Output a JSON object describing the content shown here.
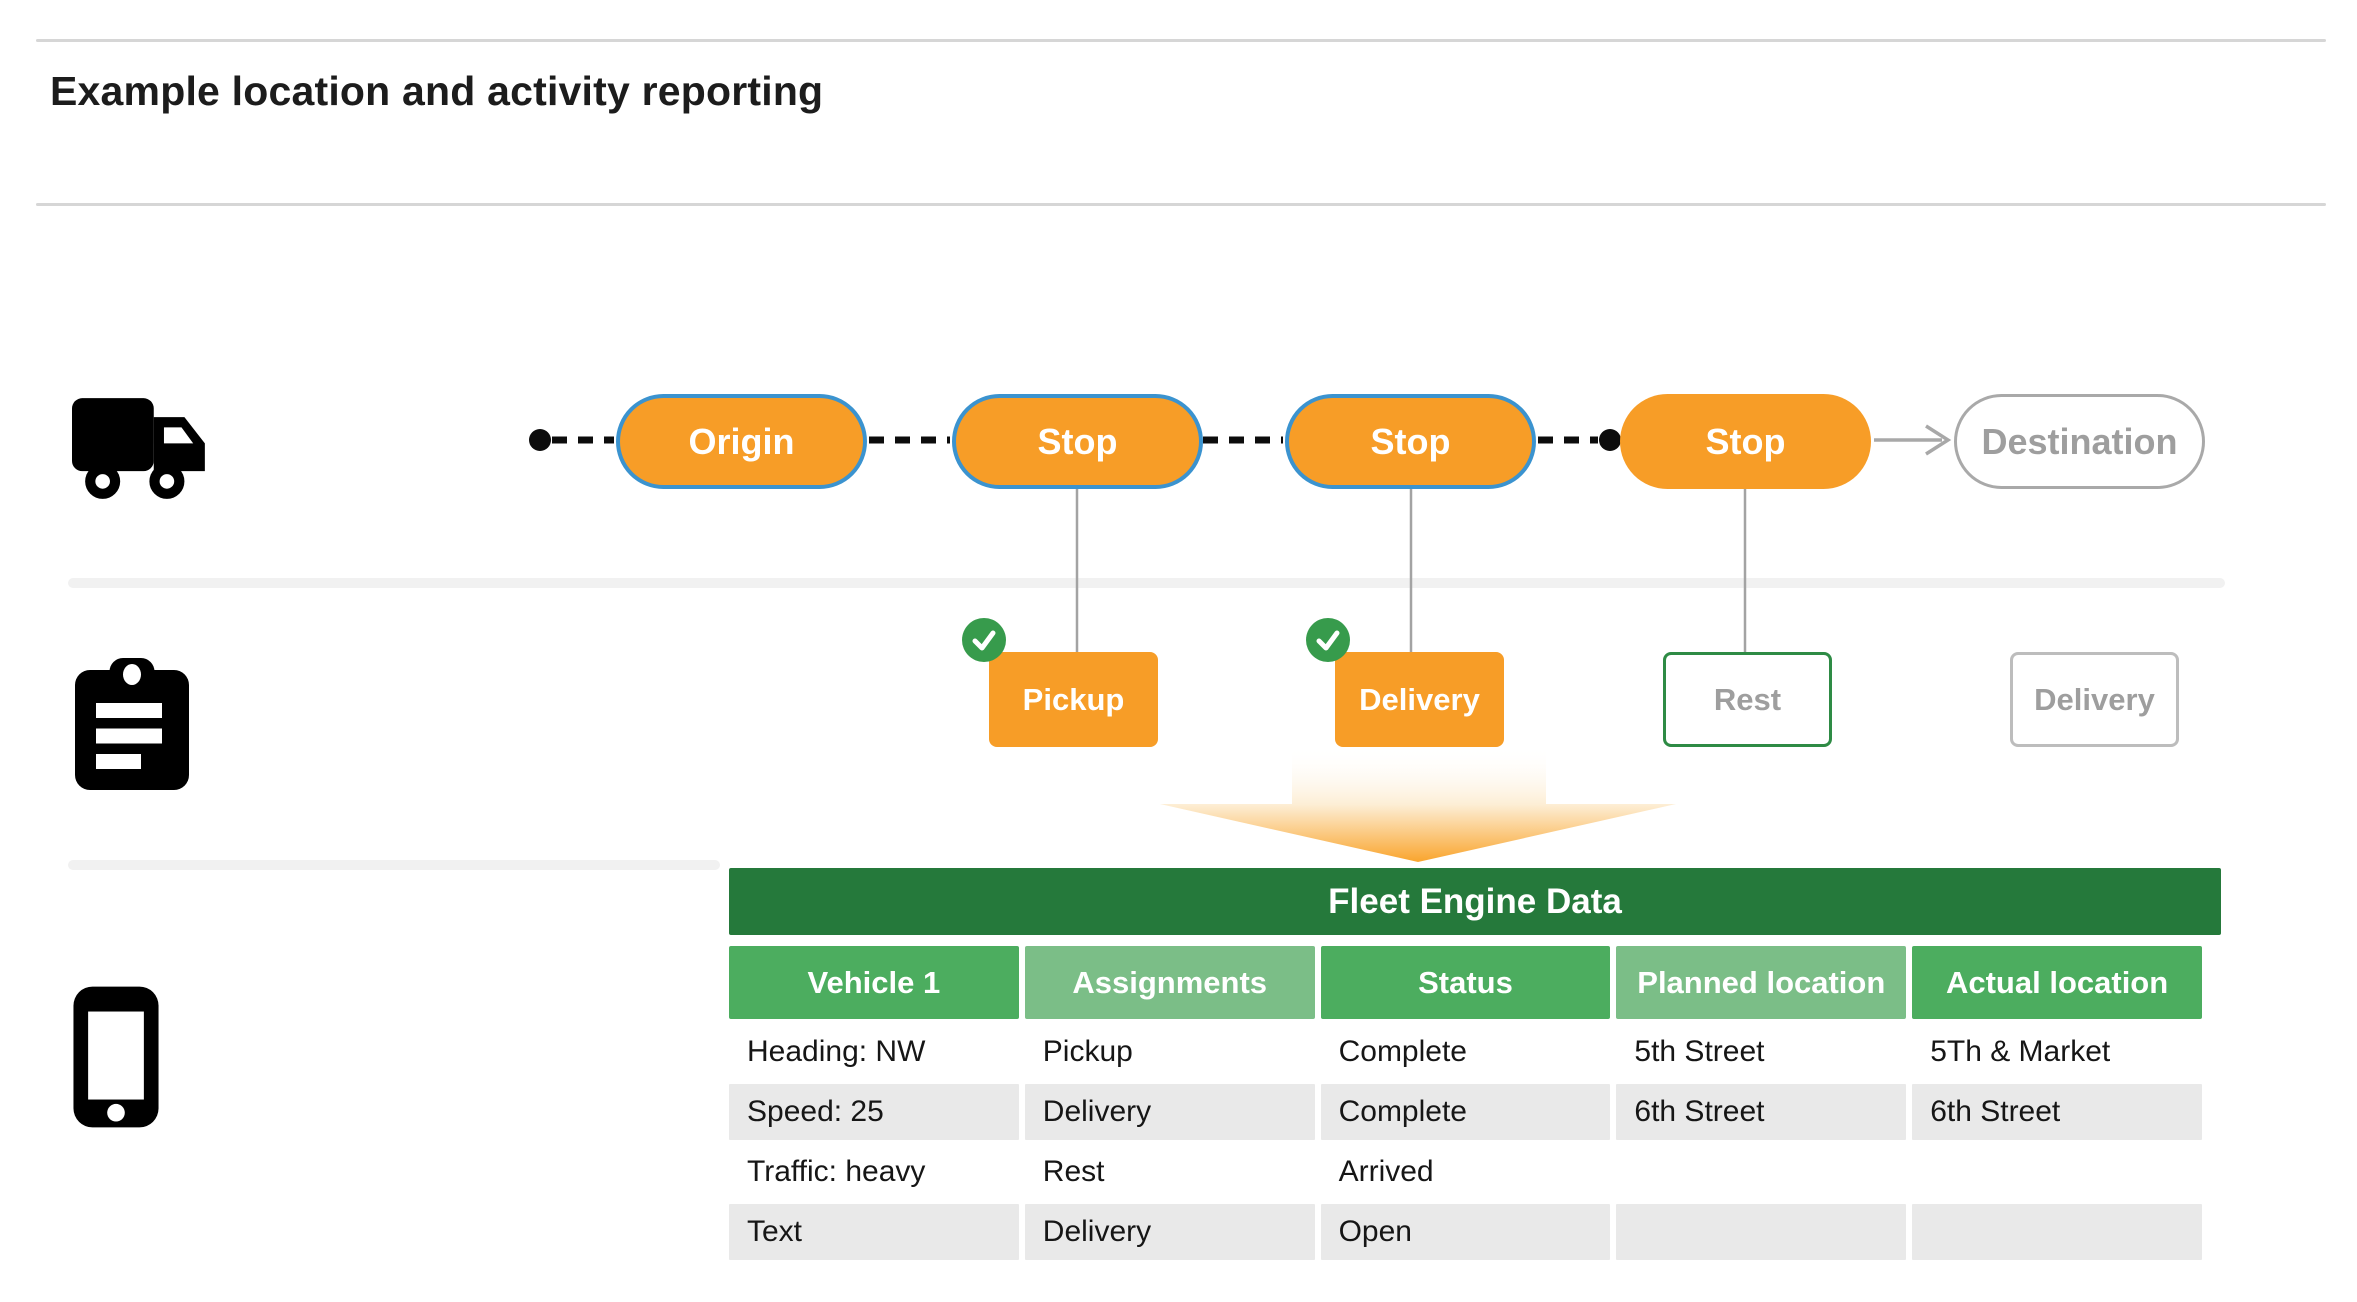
{
  "title": "Example location and activity reporting",
  "route": {
    "nodes": [
      {
        "label": "Origin",
        "style": "orange-filled-blue-border"
      },
      {
        "label": "Stop",
        "style": "orange-filled-blue-border"
      },
      {
        "label": "Stop",
        "style": "orange-filled-blue-border"
      },
      {
        "label": "Stop",
        "style": "orange-filled"
      },
      {
        "label": "Destination",
        "style": "white-outlined-gray"
      }
    ]
  },
  "activities": [
    {
      "label": "Pickup",
      "style": "orange-filled",
      "checked": true
    },
    {
      "label": "Delivery",
      "style": "orange-filled",
      "checked": true
    },
    {
      "label": "Rest",
      "style": "outlined-green",
      "checked": false
    },
    {
      "label": "Delivery",
      "style": "outlined-gray",
      "checked": false
    }
  ],
  "icons": [
    "truck-icon",
    "clipboard-icon",
    "phone-icon",
    "check-icon"
  ],
  "table": {
    "title": "Fleet Engine Data",
    "headers": [
      "Vehicle 1",
      "Assignments",
      "Status",
      "Planned location",
      "Actual location"
    ],
    "rows": [
      [
        "Heading: NW",
        "Pickup",
        "Complete",
        "5th Street",
        "5Th & Market"
      ],
      [
        "Speed: 25",
        "Delivery",
        "Complete",
        "6th Street",
        "6th Street"
      ],
      [
        "Traffic: heavy",
        "Rest",
        "Arrived",
        "",
        ""
      ],
      [
        "Text",
        "Delivery",
        "Open",
        "",
        ""
      ]
    ]
  },
  "colors": {
    "orange": "#f79d27",
    "pill_border_blue": "#3b93cf",
    "green_dark": "#25793b",
    "green_medium": "#4cad5f",
    "green_light": "#7bbe87",
    "check_green": "#379b4c",
    "rest_border_green": "#2e8b45",
    "gray_row": "#e9e9e9",
    "gray_text": "#9e9e9e"
  }
}
